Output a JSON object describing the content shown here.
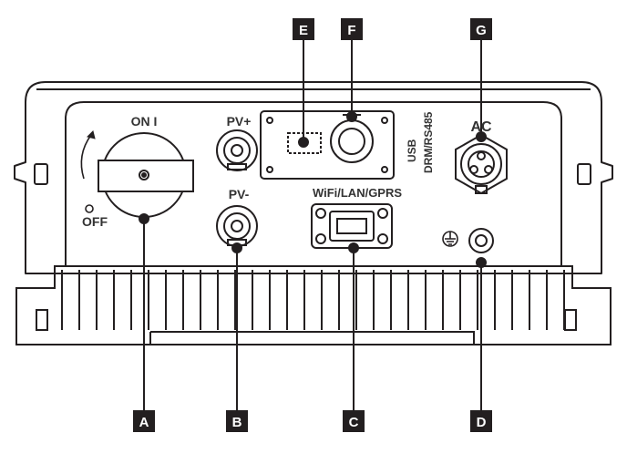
{
  "callouts": {
    "A": "A",
    "B": "B",
    "C": "C",
    "D": "D",
    "E": "E",
    "F": "F",
    "G": "G"
  },
  "labels": {
    "on": "ON I",
    "off_symbol": "O",
    "off": "OFF",
    "pv_plus": "PV+",
    "pv_minus": "PV-",
    "wifi": "WiFi/LAN/GPRS",
    "usb": "USB",
    "drm": "DRM/RS485",
    "ac": "AC"
  },
  "colors": {
    "badge": "#231f20",
    "outline": "#231f20"
  },
  "icons": {
    "ground": "ground-icon"
  }
}
